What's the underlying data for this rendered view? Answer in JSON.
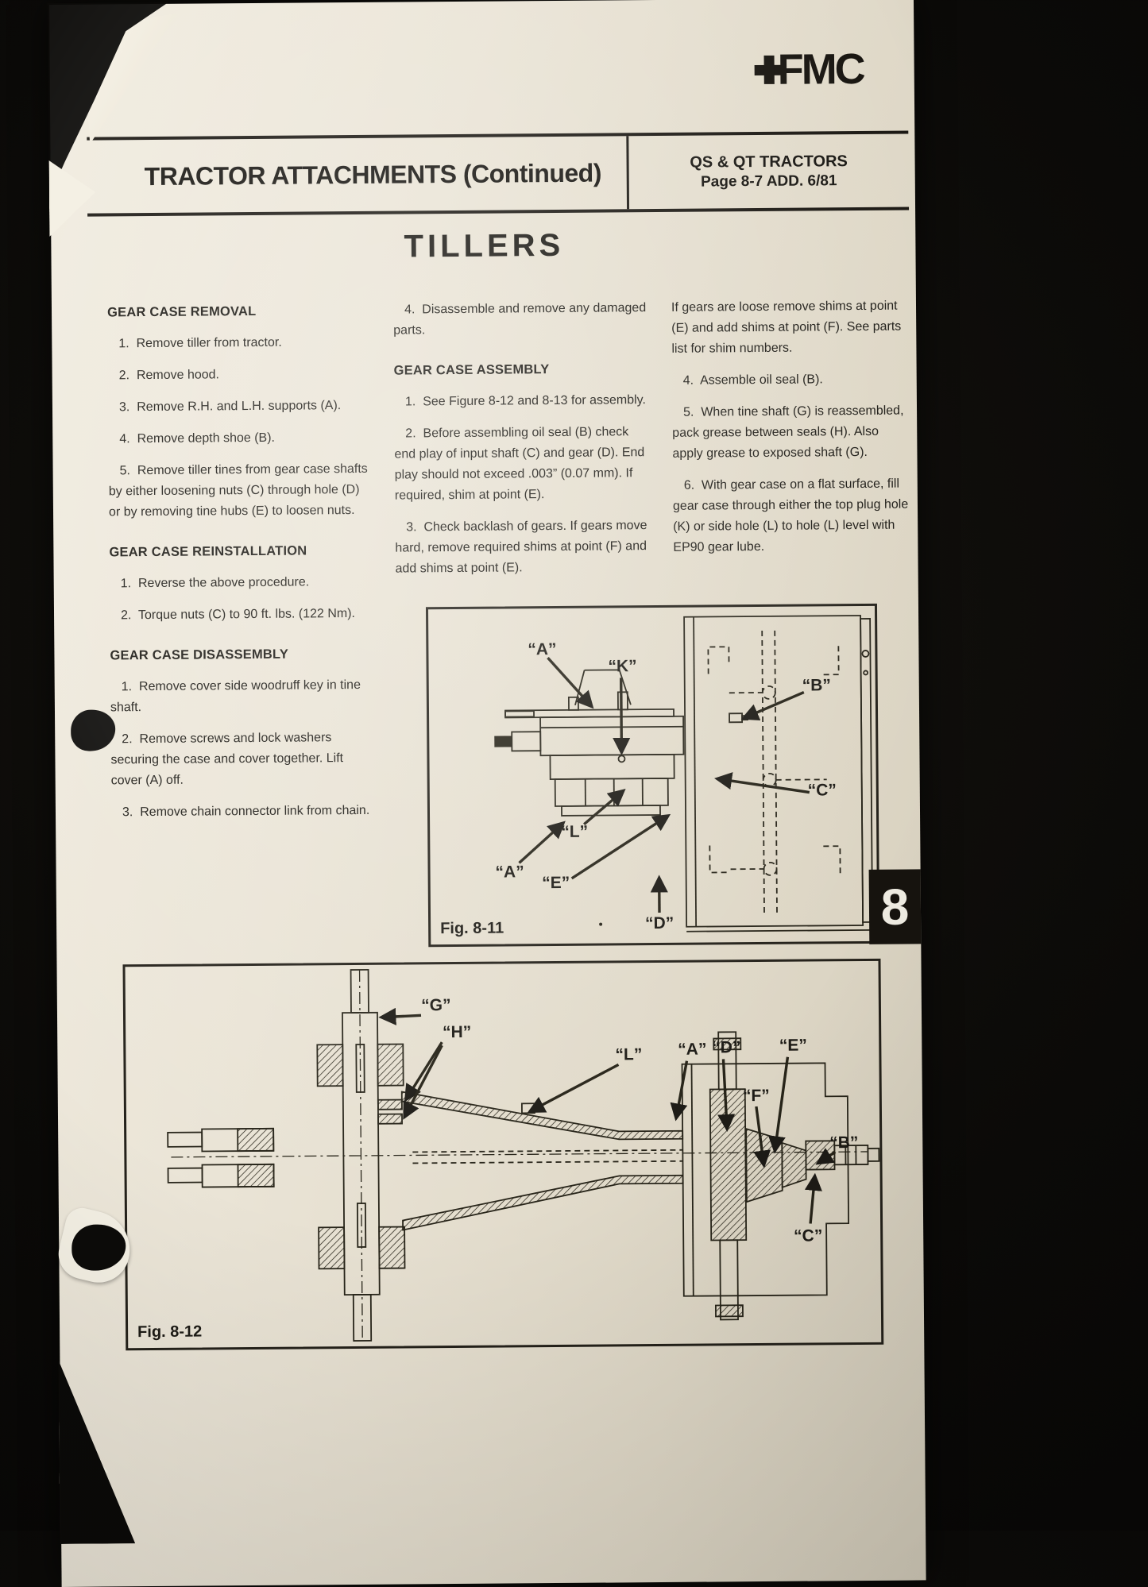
{
  "page": {
    "brand": "FMC",
    "header": {
      "title": "TRACTOR ATTACHMENTS (Continued)",
      "model": "QS & QT TRACTORS",
      "page_ref": "Page 8-7 ADD. 6/81"
    },
    "section_title": "TILLERS",
    "chapter_tab": "8"
  },
  "columns": {
    "left": {
      "sections": [
        {
          "heading": "GEAR CASE REMOVAL",
          "items": [
            "1.  Remove tiller from tractor.",
            "2.  Remove hood.",
            "3.  Remove R.H. and L.H. supports (A).",
            "4.  Remove depth shoe (B).",
            "5.  Remove tiller tines from gear case shafts by either loosening nuts (C) through hole (D) or by removing tine hubs (E) to loosen nuts."
          ]
        },
        {
          "heading": "GEAR CASE REINSTALLATION",
          "items": [
            "1.  Reverse the above procedure.",
            "2.  Torque nuts (C) to 90 ft. lbs. (122 Nm)."
          ]
        },
        {
          "heading": "GEAR CASE DISASSEMBLY",
          "items": [
            "1.  Remove cover side woodruff key in tine shaft.",
            "2.  Remove screws and lock washers securing the case and cover together. Lift cover (A) off.",
            "3.  Remove chain connector link from chain."
          ]
        }
      ]
    },
    "middle": {
      "sections": [
        {
          "heading": "",
          "items": [
            "4.  Disassemble and remove any damaged parts."
          ]
        },
        {
          "heading": "GEAR CASE ASSEMBLY",
          "items": [
            "1.  See Figure 8-12 and 8-13 for assembly.",
            "2.  Before assembling oil seal (B) check end play of input shaft (C) and gear (D). End play should not exceed .003” (0.07 mm). If required, shim at point (E).",
            "3.  Check backlash of gears. If gears move hard, remove required shims at point (F) and add shims at point (E)."
          ]
        }
      ]
    },
    "right": {
      "sections": [
        {
          "heading": "",
          "items": [
            "If gears are loose remove shims at point (E) and add shims at point (F). See parts list for shim numbers.",
            "4.  Assemble oil seal (B).",
            "5.  When tine shaft (G) is reassembled, pack grease between seals (H). Also apply grease to exposed shaft (G).",
            "6.  With gear case on a flat surface, fill gear case through either the top plug hole (K) or side hole (L) to hole (L) level with EP90 gear lube."
          ]
        }
      ]
    }
  },
  "figures": {
    "fig811": {
      "caption": "Fig. 8-11",
      "labels": {
        "a_top": "“A”",
        "k": "“K”",
        "b": "“B”",
        "c": "“C”",
        "l": "“L”",
        "a_bottom": "“A”",
        "e": "“E”",
        "d": "“D”"
      }
    },
    "fig812": {
      "caption": "Fig. 8-12",
      "labels": {
        "g": "“G”",
        "h": "“H”",
        "l": "“L”",
        "a": "“A”",
        "d": "“D”",
        "e": "“E”",
        "f": "“F”",
        "b": "“B”",
        "c": "“C”"
      }
    }
  }
}
